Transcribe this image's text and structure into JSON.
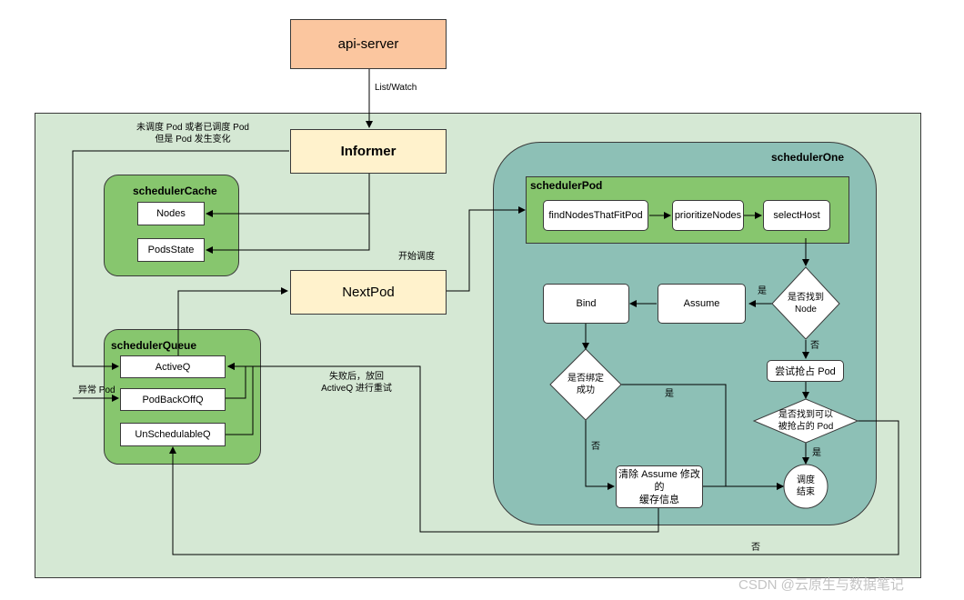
{
  "nodes": {
    "api_server": "api-server",
    "informer": "Informer",
    "next_pod": "NextPod",
    "scheduler_cache": "schedulerCache",
    "nodes": "Nodes",
    "pods_state": "PodsState",
    "scheduler_queue": "schedulerQueue",
    "active_q": "ActiveQ",
    "pod_backoff_q": "PodBackOffQ",
    "unschedulable_q": "UnSchedulableQ",
    "scheduler_one": "schedulerOne",
    "scheduler_pod": "schedulerPod",
    "find_nodes": "findNodesThatFitPod",
    "prioritize_nodes": "prioritizeNodes",
    "select_host": "selectHost",
    "bind": "Bind",
    "assume": "Assume",
    "found_node_line1": "是否找到",
    "found_node_line2": "Node",
    "bound_line1": "是否绑定",
    "bound_line2": "成功",
    "try_preempt": "尝试抢占 Pod",
    "preemptible_line1": "是否找到可以",
    "preemptible_line2": "被抢占的 Pod",
    "clear_assume_line1": "清除 Assume 修改的",
    "clear_assume_line2": "缓存信息",
    "end_line1": "调度",
    "end_line2": "结束"
  },
  "labels": {
    "list_watch": "List/Watch",
    "unscheduled_line1": "未调度 Pod 或者已调度 Pod",
    "unscheduled_line2": "但是 Pod 发生变化",
    "start_scheduling": "开始调度",
    "abnormal_pod": "异常 Pod",
    "retry_line1": "失败后，放回",
    "retry_line2": "ActiveQ 进行重试",
    "yes_assume": "是",
    "no_found": "否",
    "yes_bound": "是",
    "no_bound": "否",
    "yes_preempt": "是",
    "no_preempt": "否"
  },
  "watermark": "CSDN @云原生与数据笔记",
  "colors": {
    "api_server": "#fbc69f",
    "informer": "#fff2cc",
    "outer_region": "#d5e8d4",
    "green_group": "#87c66e",
    "teal_region": "#8dc0b6",
    "line": "#000000"
  }
}
